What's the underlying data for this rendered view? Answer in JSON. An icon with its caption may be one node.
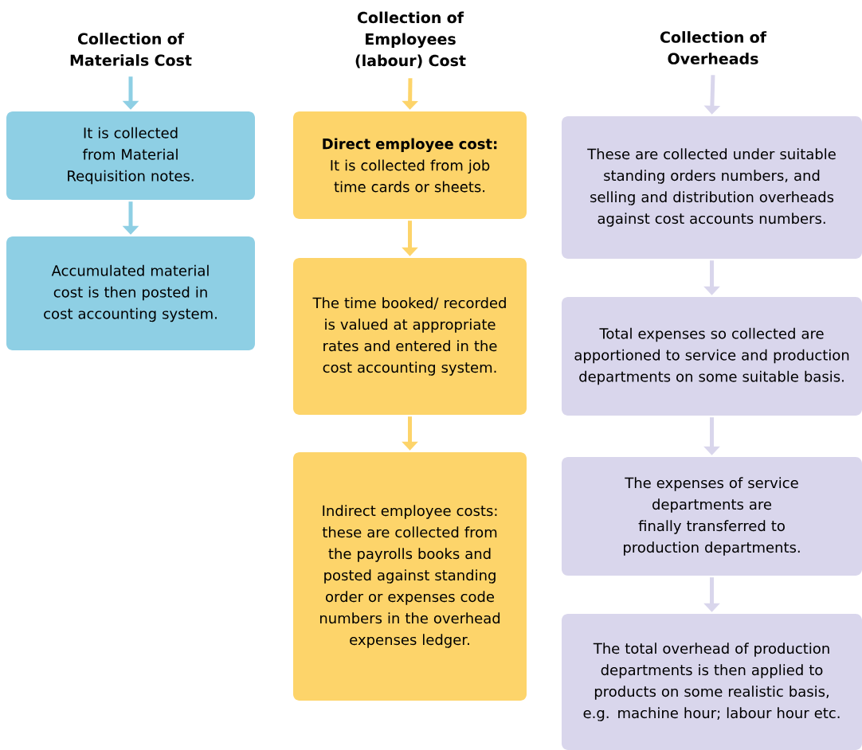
{
  "diagram": {
    "nodes": [
      {
        "text": [
          "Collection of Materials Cost"
        ]
      },
      {
        "text": [
          "It is collected from Material Requisition notes."
        ]
      },
      {
        "text": [
          "Accumulated material cost is then posted in cost accounting system."
        ]
      },
      {
        "text": [
          "Collection of Employees (labour) Cost"
        ]
      },
      {
        "text": [
          "**Direct employee cost:** It is collected from job time cards or sheets."
        ]
      },
      {
        "text": [
          "The time booked/ recorded is valued at appropriate rates and entered in the cost accounting system."
        ]
      },
      {
        "text": [
          "Indirect employee costs: these are collected from the payrolls books and posted against standing order or expenses code numbers in the overhead expenses ledger."
        ]
      },
      {
        "text": [
          "Collection of Overheads"
        ]
      },
      {
        "text": [
          "These are collected under suitable standing orders numbers, and selling and distribution overheads against cost accounts numbers."
        ]
      },
      {
        "text": [
          "Total expenses so collected are apportioned to service and production departments on some suitable basis."
        ]
      },
      {
        "text": [
          "The expenses of service departments are finally transferred to production departments."
        ]
      },
      {
        "text": [
          "The total overhead of production departments is then applied to products on some realistic basis, e.g. machine hour; labour hour etc."
        ]
      }
    ],
    "edges": [
      {
        "from": 0,
        "to": 1,
        "arrow": "to",
        "color": "#8ecfe4"
      },
      {
        "from": 1,
        "to": 2,
        "arrow": "to",
        "color": "#8ecfe4"
      },
      {
        "from": 3,
        "to": 4,
        "arrow": "to",
        "color": "#fdd46a"
      },
      {
        "from": 4,
        "to": 5,
        "arrow": "to",
        "color": "#fdd46a"
      },
      {
        "from": 5,
        "to": 6,
        "arrow": "to",
        "color": "#fdd46a"
      },
      {
        "from": 7,
        "to": 8,
        "arrow": "to",
        "color": "#d9d6ec"
      },
      {
        "from": 8,
        "to": 9,
        "arrow": "to",
        "color": "#d9d6ec"
      },
      {
        "from": 9,
        "to": 10,
        "arrow": "to",
        "color": "#d9d6ec"
      },
      {
        "from": 10,
        "to": 11,
        "arrow": "to",
        "color": "#d9d6ec"
      }
    ]
  }
}
